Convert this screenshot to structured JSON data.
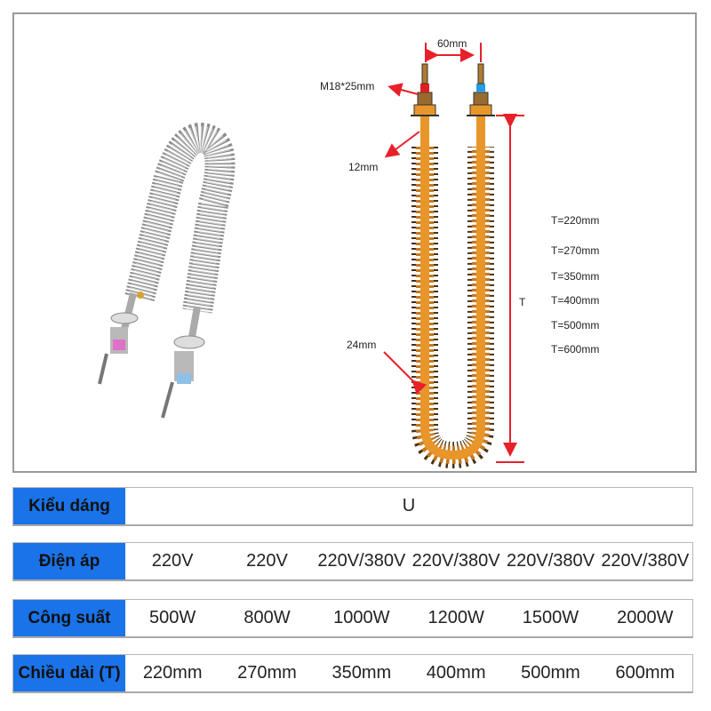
{
  "diagram": {
    "spacing_label": "60mm",
    "thread_label": "M18*25mm",
    "tube_label": "12mm",
    "fin_label": "24mm",
    "length_symbol": "T",
    "length_options": [
      "T=220mm",
      "T=270mm",
      "T=350mm",
      "T=400mm",
      "T=500mm",
      "T=600mm"
    ],
    "colors": {
      "tube": "#e8962a",
      "fins": "#6b4a1e",
      "arrow": "#e8202a",
      "cap_left": "#e02020",
      "cap_right": "#2a9be0"
    }
  },
  "table": {
    "rows": [
      {
        "label": "Kiểu dáng",
        "values": [
          "U"
        ]
      },
      {
        "label": "Điện áp",
        "values": [
          "220V",
          "220V",
          "220V/380V",
          "220V/380V",
          "220V/380V",
          "220V/380V"
        ]
      },
      {
        "label": "Công suất",
        "values": [
          "500W",
          "800W",
          "1000W",
          "1200W",
          "1500W",
          "2000W"
        ]
      },
      {
        "label": "Chiều dài (T)",
        "values": [
          "220mm",
          "270mm",
          "350mm",
          "400mm",
          "500mm",
          "600mm"
        ]
      }
    ],
    "header_color": "#1a73e8"
  }
}
